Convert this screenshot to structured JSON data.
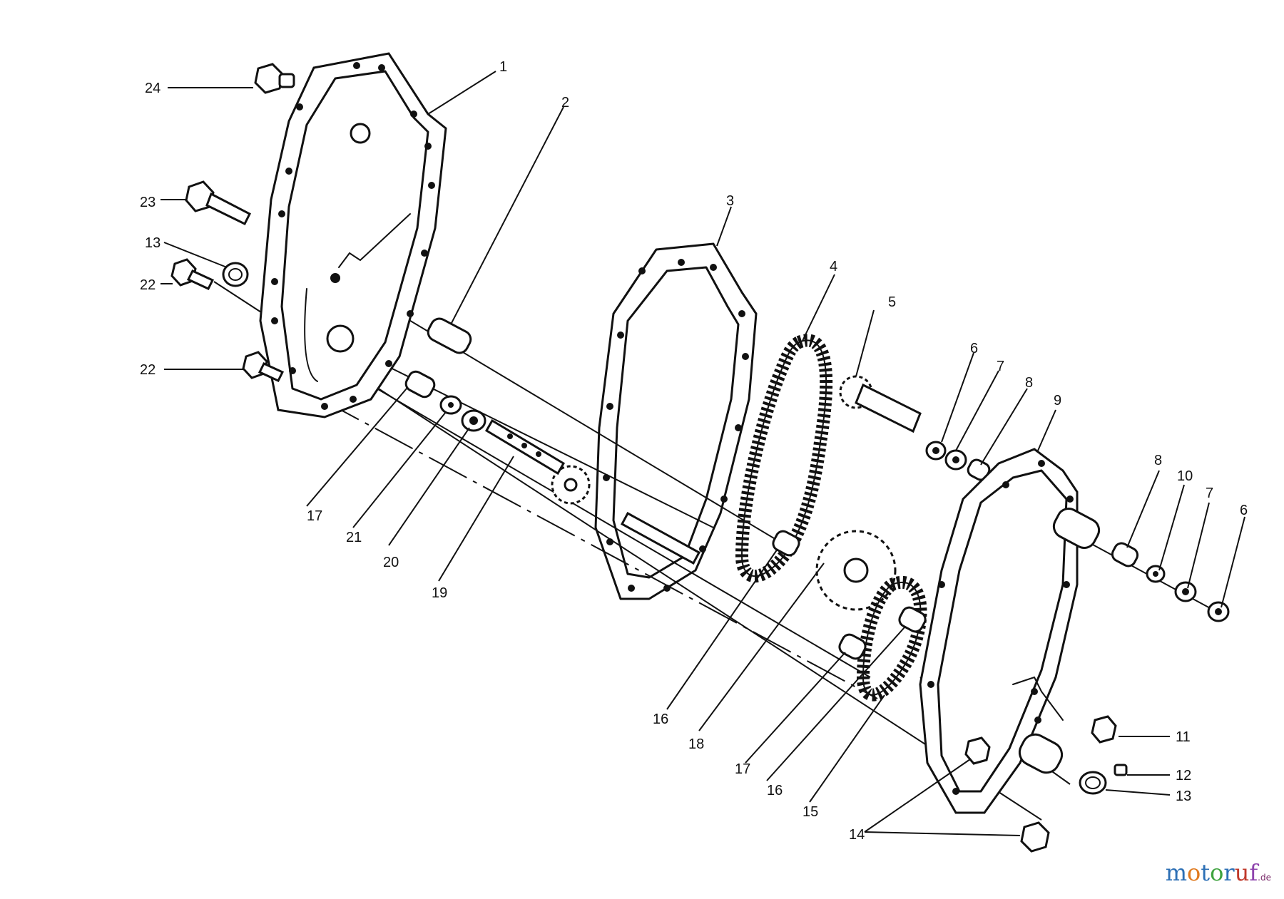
{
  "callouts": [
    "1",
    "2",
    "3",
    "4",
    "5",
    "6",
    "7",
    "8",
    "9",
    "10",
    "11",
    "12",
    "13",
    "14",
    "15",
    "16",
    "17",
    "18",
    "19",
    "20",
    "21",
    "22",
    "23",
    "24"
  ],
  "watermark": {
    "letters": [
      {
        "char": "m",
        "color": "#2c6fb5"
      },
      {
        "char": "o",
        "color": "#e07a1f"
      },
      {
        "char": "t",
        "color": "#2c6fb5"
      },
      {
        "char": "o",
        "color": "#3fa33f"
      },
      {
        "char": "r",
        "color": "#2c6fb5"
      },
      {
        "char": "u",
        "color": "#c0392b"
      },
      {
        "char": "f",
        "color": "#8e44ad"
      }
    ],
    "suffix": ".de"
  }
}
